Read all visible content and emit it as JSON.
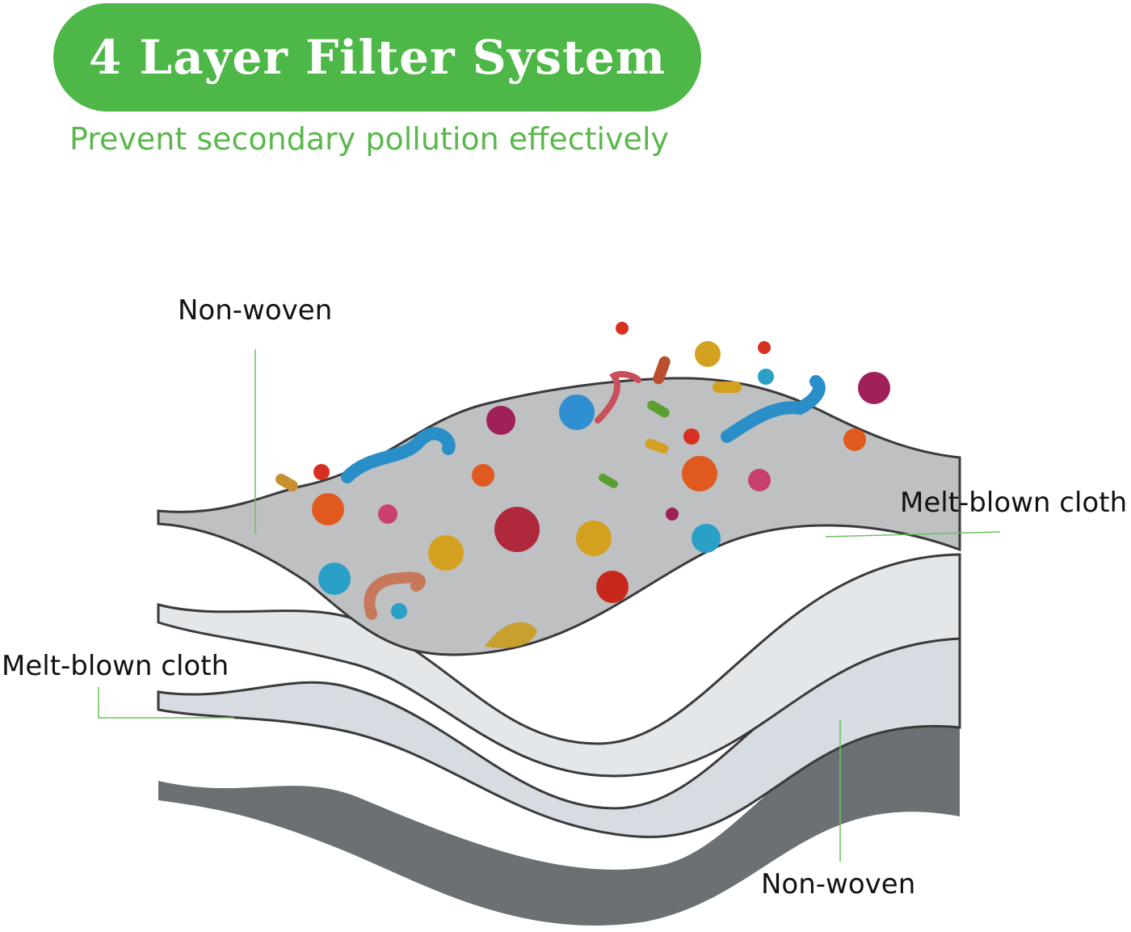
{
  "header": {
    "title": "4 Layer Filter System",
    "subtitle": "Prevent secondary pollution effectively"
  },
  "layers": [
    {
      "label": "Non-woven",
      "position": "top",
      "color": "#bfc0c2"
    },
    {
      "label": "Melt-blown cloth",
      "position": "second",
      "color": "#e4e7ea"
    },
    {
      "label": "Melt-blown cloth",
      "position": "third",
      "color": "#d7dce2"
    },
    {
      "label": "Non-woven",
      "position": "bottom",
      "color": "#6b7074"
    }
  ],
  "colors": {
    "accent_green": "#4db847",
    "subtitle_green": "#5ab84c",
    "leader_line": "#6cc15f",
    "layer_edge": "#3a3a3a"
  }
}
